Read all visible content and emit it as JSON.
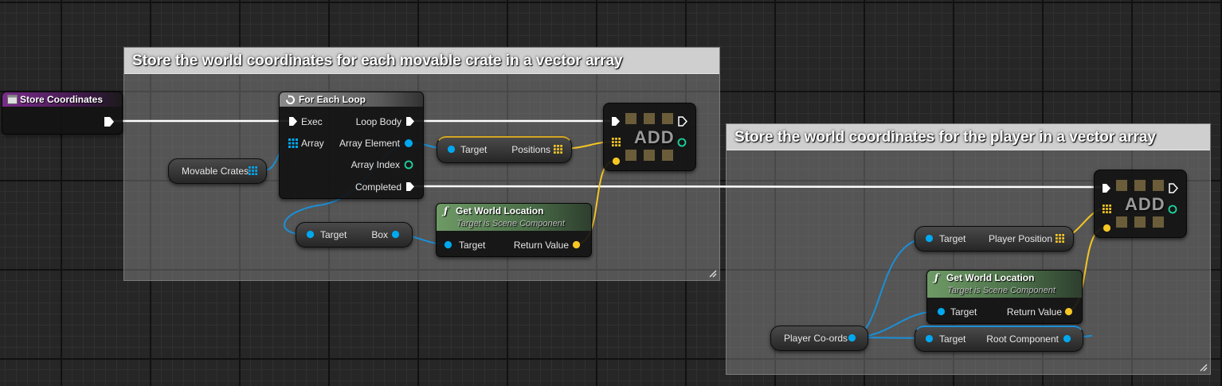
{
  "comments": {
    "crates_title": "Store the world coordinates for each movable crate in a vector array",
    "player_title": "Store the world coordinates for the player in a vector array"
  },
  "event": {
    "title": "Store Coordinates"
  },
  "foreach": {
    "title": "For Each Loop",
    "exec": "Exec",
    "array": "Array",
    "loop_body": "Loop Body",
    "array_element": "Array Element",
    "array_index": "Array Index",
    "completed": "Completed"
  },
  "movable_crates": {
    "label": "Movable Crates"
  },
  "positions_getter": {
    "target": "Target",
    "output": "Positions"
  },
  "box_getter": {
    "target": "Target",
    "output": "Box"
  },
  "gwl1": {
    "title": "Get World Location",
    "subtitle": "Target is Scene Component",
    "target": "Target",
    "return": "Return Value"
  },
  "add1": {
    "label": "ADD"
  },
  "add2": {
    "label": "ADD"
  },
  "player_pos_getter": {
    "target": "Target",
    "output": "Player Position"
  },
  "gwl2": {
    "title": "Get World Location",
    "subtitle": "Target is Scene Component",
    "target": "Target",
    "return": "Return Value"
  },
  "player_coords": {
    "label": "Player Co-ords"
  },
  "root_getter": {
    "target": "Target",
    "output": "Root Component"
  },
  "colors": {
    "exec": "#ffffff",
    "object": "#00a8f0",
    "vector": "#f5c624",
    "integer": "#1ed4a0",
    "event_header": "#7a2c8c",
    "function_header": "#6e9a66",
    "macro_header": "#8a8a8a"
  }
}
